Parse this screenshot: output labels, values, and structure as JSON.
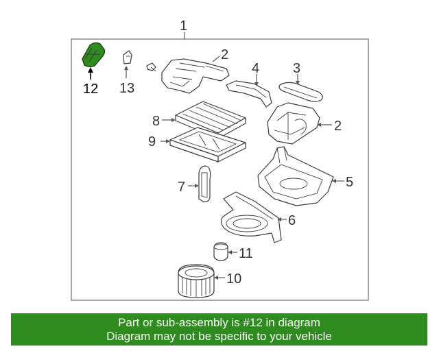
{
  "diagram": {
    "callouts": {
      "c1": "1",
      "c2a": "2",
      "c2b": "2",
      "c3": "3",
      "c4": "4",
      "c5": "5",
      "c6": "6",
      "c7": "7",
      "c8": "8",
      "c9": "9",
      "c10": "10",
      "c11": "11",
      "c12": "12",
      "c13": "13"
    },
    "highlight_color": "#2e8b1e",
    "highlighted_part": "12"
  },
  "banner": {
    "line1": "Part or sub-assembly is #12 in diagram",
    "line2": "Diagram may not be specific to your vehicle",
    "background": "#2e8b1e"
  }
}
